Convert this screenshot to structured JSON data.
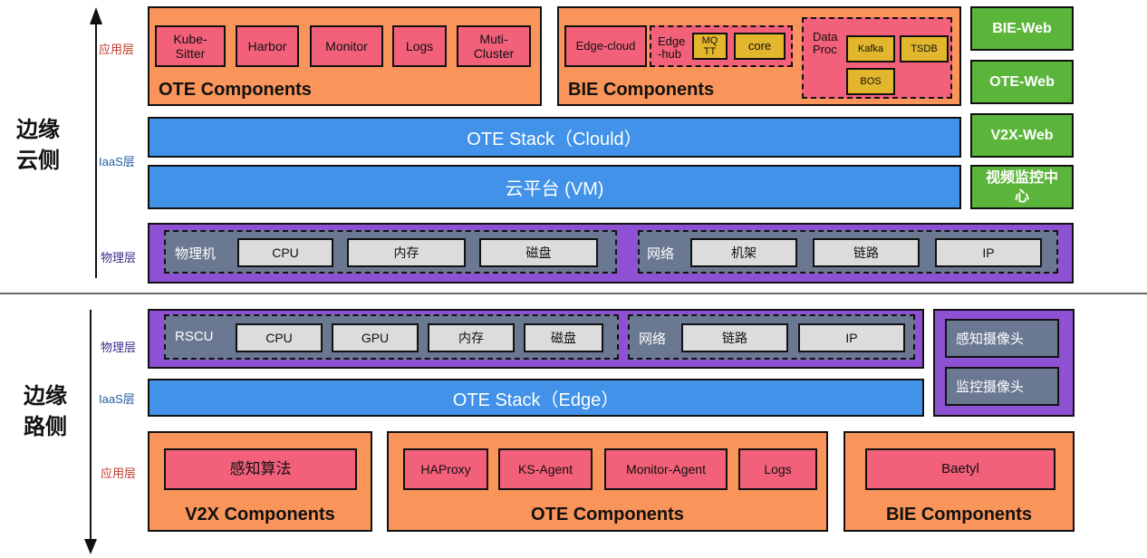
{
  "cloud": {
    "side_label_line1": "边缘",
    "side_label_line2": "云侧",
    "layers": {
      "app": "应用层",
      "iaas": "IaaS层",
      "physical": "物理层"
    },
    "ote_components": {
      "title": "OTE Components",
      "items": [
        "Kube-\nSitter",
        "Harbor",
        "Monitor",
        "Logs",
        "Muti-\nCluster"
      ]
    },
    "bie_components": {
      "title": "BIE Components",
      "edge_cloud": "Edge-cloud",
      "edge_hub_label": "Edge\n-hub",
      "mqtt": "MQ\nTT",
      "core": "core",
      "data_proc_label": "Data\nProc",
      "kafka": "Kafka",
      "tsdb": "TSDB",
      "bos": "BOS"
    },
    "ote_stack": "OTE Stack（Clould）",
    "cloud_platform": "云平台 (VM)",
    "web": [
      "BIE-Web",
      "OTE-Web",
      "V2X-Web",
      "视频监控中\n心"
    ],
    "physical": {
      "machine_label": "物理机",
      "machine_items": [
        "CPU",
        "内存",
        "磁盘"
      ],
      "network_label": "网络",
      "network_items": [
        "机架",
        "链路",
        "IP"
      ]
    }
  },
  "edge": {
    "side_label_line1": "边缘",
    "side_label_line2": "路侧",
    "layers": {
      "app": "应用层",
      "iaas": "IaaS层",
      "physical": "物理层"
    },
    "physical": {
      "rscu_label": "RSCU",
      "rscu_items": [
        "CPU",
        "GPU",
        "内存",
        "磁盘"
      ],
      "network_label": "网络",
      "network_items": [
        "链路",
        "IP"
      ]
    },
    "cameras": [
      "感知摄像头",
      "监控摄像头"
    ],
    "ote_stack": "OTE Stack（Edge）",
    "v2x": {
      "title": "V2X Components",
      "item": "感知算法"
    },
    "ote": {
      "title": "OTE Components",
      "items": [
        "HAProxy",
        "KS-Agent",
        "Monitor-Agent",
        "Logs"
      ]
    },
    "bie": {
      "title": "BIE Components",
      "item": "Baetyl"
    }
  },
  "colors": {
    "orange": "#f9955a",
    "blue": "#4192e8",
    "green": "#5cb53b",
    "purple": "#8f51d3",
    "pink": "#f2607a",
    "yellow": "#e2b62d",
    "slate": "#6a7891",
    "gray": "#dcdcdc",
    "app_layer_text": "#c0392b",
    "iaas_layer_text": "#1f5e9e",
    "physical_layer_text": "#3b2a8a"
  }
}
